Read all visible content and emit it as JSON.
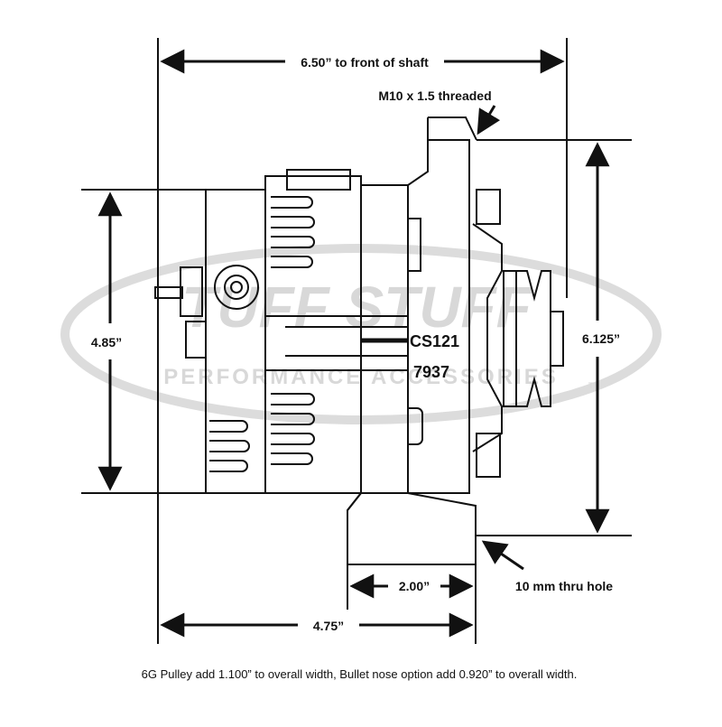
{
  "dimensions": {
    "overall_length": "6.50” to front of shaft",
    "thread_spec": "M10 x 1.5 threaded",
    "housing_height": "4.85”",
    "mount_height": "6.125”",
    "ear_width": "2.00”",
    "mount_hole": "10 mm thru hole",
    "body_length": "4.75”"
  },
  "labels": {
    "model": "CS121",
    "part_number": "7937"
  },
  "watermark": {
    "brand": "TUFF STUFF",
    "tagline": "PERFORMANCE ACCESSORIES",
    "trademark": "TM"
  },
  "footnote": "6G Pulley add 1.100” to overall width, Bullet nose option add 0.920” to overall width.",
  "colors": {
    "line": "#111111",
    "watermark": "#d9d9d9",
    "background": "#ffffff"
  }
}
